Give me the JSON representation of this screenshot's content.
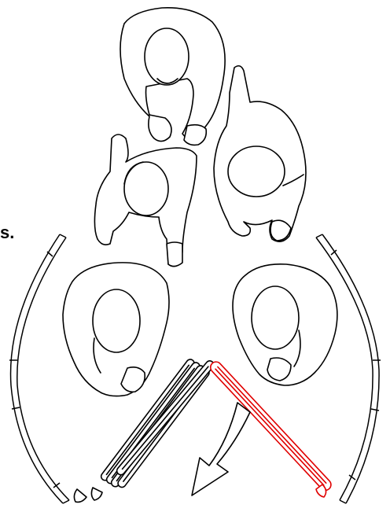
{
  "figure": {
    "partial_label": "s.",
    "colors": {
      "line": "#000000",
      "highlight": "#e00000",
      "background": "#ffffff"
    },
    "people_count": 5,
    "folded_panels": 5,
    "highlighted_panels": 1,
    "arrow_icon": "curved-arrow-down-left"
  }
}
